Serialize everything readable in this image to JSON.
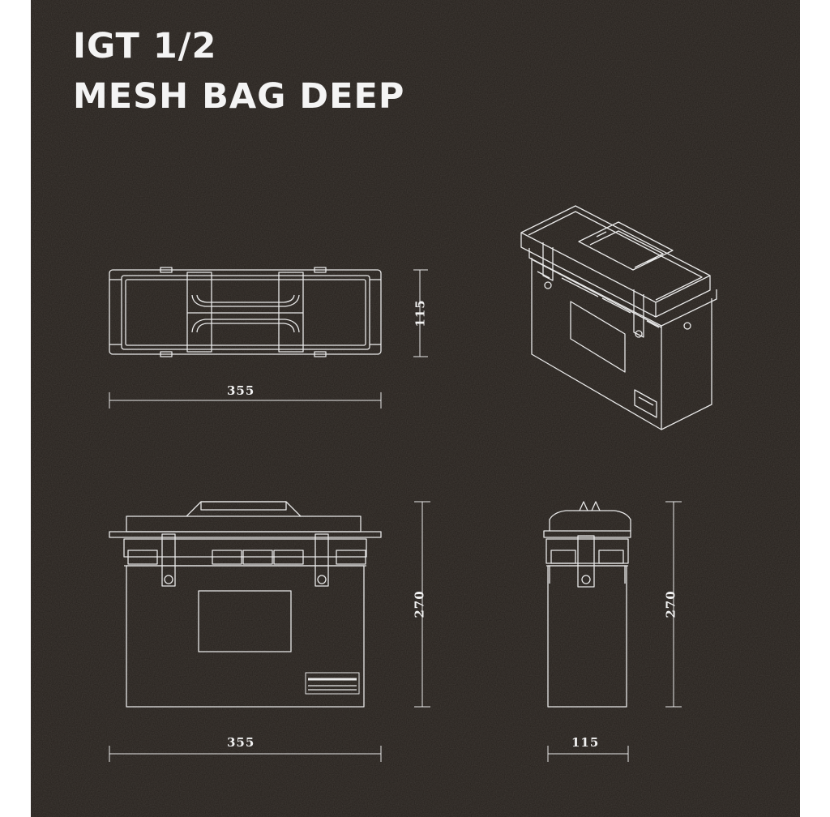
{
  "title": {
    "line1": "IGT 1/2",
    "line2": "MESH BAG DEEP"
  },
  "views": {
    "top": {
      "width_label": "355",
      "depth_label": "115"
    },
    "front": {
      "width_label": "355",
      "height_label": "270"
    },
    "side": {
      "depth_label": "115",
      "height_label": "270"
    }
  },
  "colors": {
    "background": "#241f1b",
    "line": "#e9e9e9",
    "text": "#f4f4f4",
    "page": "#ffffff"
  }
}
